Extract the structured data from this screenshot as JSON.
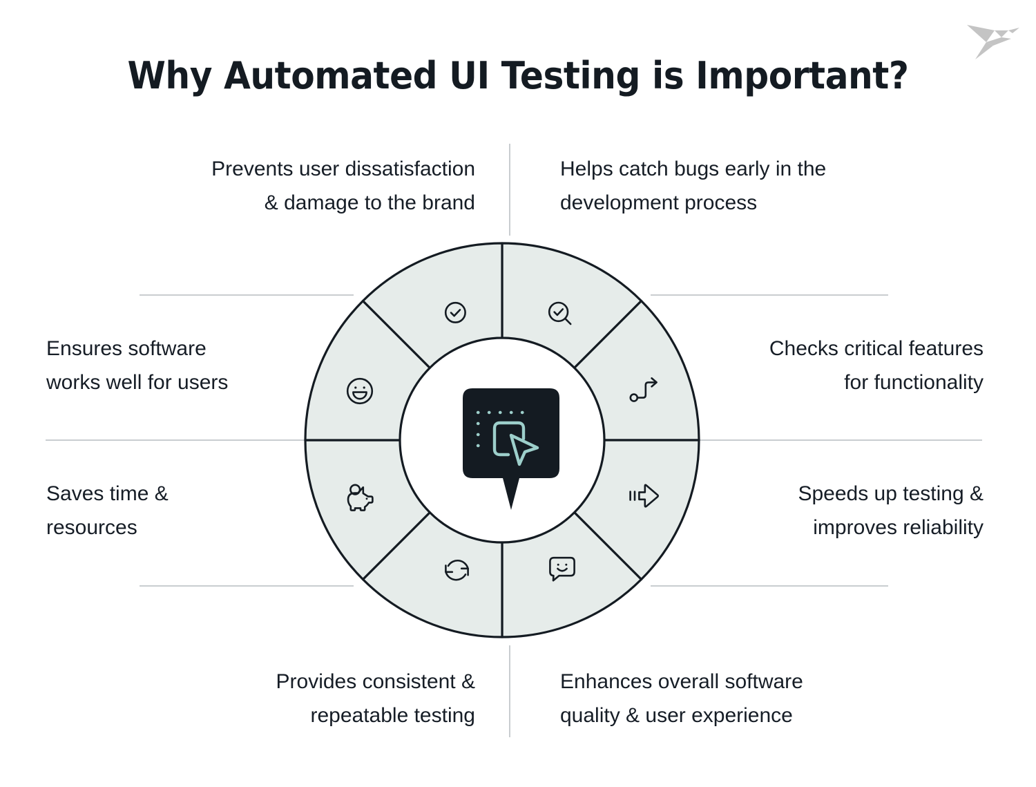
{
  "page": {
    "title": "Why Automated UI Testing is Important?",
    "background_color": "#ffffff",
    "text_color": "#161d26",
    "accent_color": "#9dcfcb",
    "ring_fill_color": "#e6ecea",
    "ring_stroke_color": "#141b22",
    "guide_line_color": "#c9cdd0",
    "logo_color": "#c4c4c4"
  },
  "logo": {
    "name": "origami-bird-logo",
    "alt": "origami bird"
  },
  "center": {
    "icon_name": "ui-cursor-selection-pin-icon",
    "badge_color": "#141b22",
    "glyph_color": "#9dcfcb",
    "description": "Dark speech-bubble pin containing a dashed selection rectangle and a pointer cursor"
  },
  "segments": [
    {
      "position": "top-right",
      "icon": "magnifier-check-icon",
      "text": "Helps catch bugs early in the\ndevelopment process",
      "align": "left"
    },
    {
      "position": "right-upper",
      "icon": "path-arrow-icon",
      "text": "Checks critical features\nfor functionality",
      "align": "left"
    },
    {
      "position": "right-lower",
      "icon": "fast-forward-icon",
      "text": "Speeds up testing &\nimproves reliability",
      "align": "left"
    },
    {
      "position": "bottom-right",
      "icon": "chat-smile-icon",
      "text": "Enhances overall software\nquality & user experience",
      "align": "left"
    },
    {
      "position": "bottom-left",
      "icon": "refresh-loop-icon",
      "text": "Provides consistent &\nrepeatable testing",
      "align": "left"
    },
    {
      "position": "left-lower",
      "icon": "piggy-bank-icon",
      "text": "Saves time &\nresources",
      "align": "left"
    },
    {
      "position": "left-upper",
      "icon": "smiley-face-icon",
      "text": "Ensures software\nworks well for users",
      "align": "left"
    },
    {
      "position": "top-left",
      "icon": "check-circle-icon",
      "text": "Prevents user dissatisfaction\n& damage to the brand",
      "align": "right"
    }
  ]
}
